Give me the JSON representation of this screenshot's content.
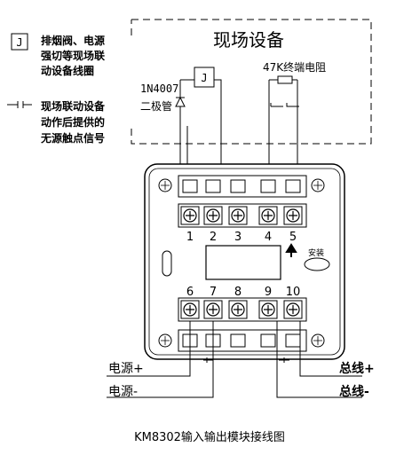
{
  "legend": {
    "relay_symbol": "J",
    "relay_text": [
      "排烟阀、电源",
      "强切等现场联",
      "动设备线圈"
    ],
    "contact_text": [
      "现场联动设备",
      "动作后提供的",
      "无源触点信号"
    ]
  },
  "field_box": {
    "title": "现场设备",
    "relay_symbol": "J",
    "diode_label": [
      "1N4007",
      "二极管"
    ],
    "resistor_label": "47K终端电阻"
  },
  "module": {
    "top_terminals": [
      "1",
      "2",
      "3",
      "4",
      "5"
    ],
    "bottom_terminals": [
      "6",
      "7",
      "8",
      "9",
      "10"
    ],
    "install_label": "安装"
  },
  "wiring": {
    "power_plus": "电源+",
    "power_minus": "电源-",
    "bus_plus": "总线+",
    "bus_minus": "总线-"
  },
  "caption": "KM8302输入输出模块接线图"
}
